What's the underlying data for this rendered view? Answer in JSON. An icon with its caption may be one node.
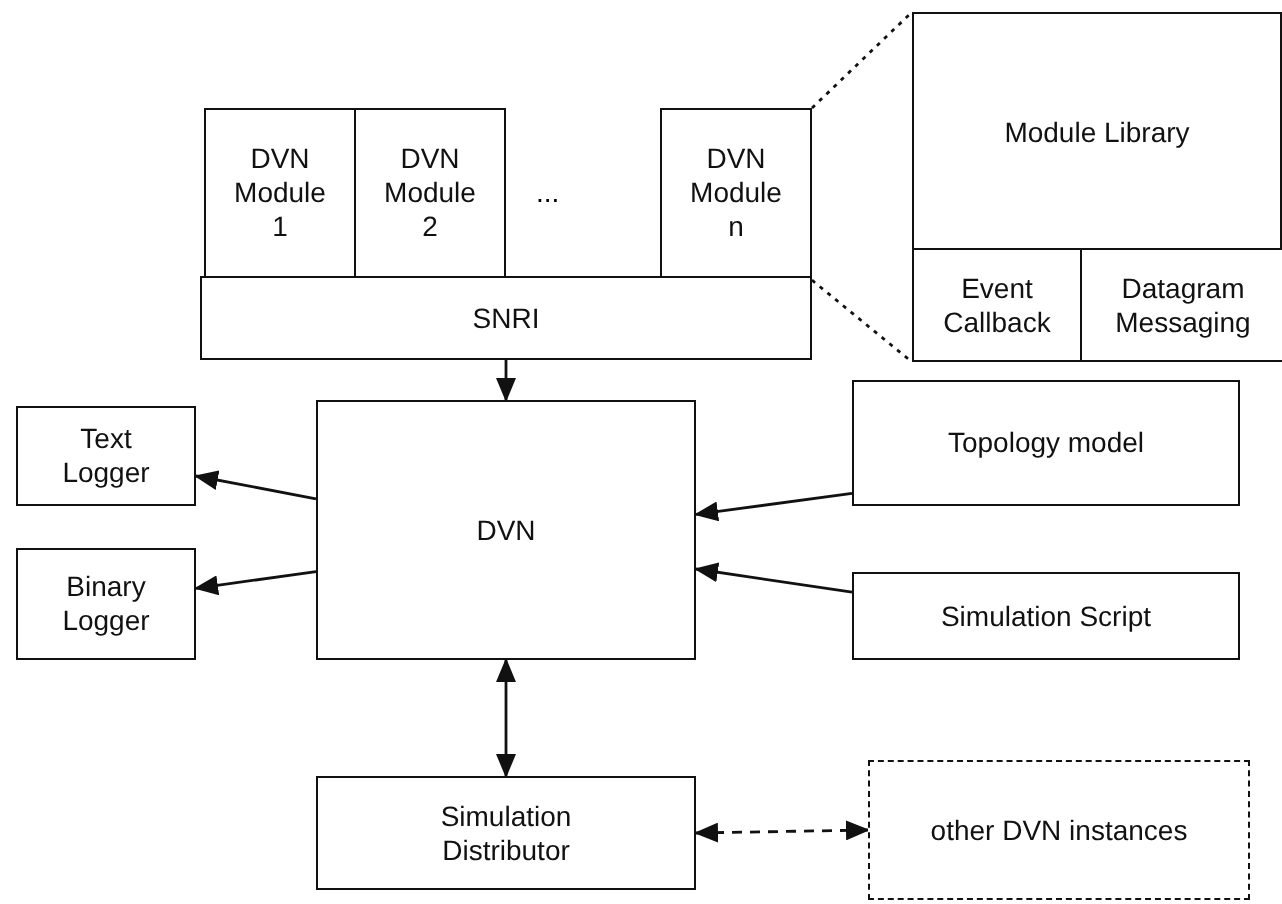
{
  "diagram": {
    "nodes": [
      {
        "text": [
          "DVN Module 1"
        ]
      },
      {
        "text": [
          "DVN Module 2"
        ]
      },
      {
        "text": [
          "DVN Module n"
        ]
      },
      {
        "text": [
          "SNRI"
        ]
      },
      {
        "text": [
          "Module Library"
        ]
      },
      {
        "text": [
          "Event Callback"
        ],
        "in": 4
      },
      {
        "text": [
          "Datagram Messaging"
        ],
        "in": 4
      },
      {
        "text": [
          "Text Logger"
        ]
      },
      {
        "text": [
          "Binary Logger"
        ]
      },
      {
        "text": [
          "DVN"
        ]
      },
      {
        "text": [
          "Topology model"
        ]
      },
      {
        "text": [
          "Simulation Script"
        ]
      },
      {
        "text": [
          "Simulation Distributor"
        ]
      },
      {
        "text": [
          "other DVN instances"
        ]
      }
    ],
    "edges": [
      {
        "from": 3,
        "to": 9,
        "arrow": "to"
      },
      {
        "from": 9,
        "to": 7,
        "arrow": "to"
      },
      {
        "from": 9,
        "to": 8,
        "arrow": "to"
      },
      {
        "from": 10,
        "to": 9,
        "arrow": "to"
      },
      {
        "from": 11,
        "to": 9,
        "arrow": "to"
      },
      {
        "from": 9,
        "to": 12,
        "arrow": "both"
      },
      {
        "from": 12,
        "to": 13,
        "arrow": "both",
        "style": "dashed"
      },
      {
        "from": 2,
        "to": 4,
        "arrow": "none",
        "style": "dashed"
      },
      {
        "from": 3,
        "to": 4,
        "arrow": "none",
        "style": "dashed"
      }
    ],
    "labels": [
      "..."
    ]
  }
}
